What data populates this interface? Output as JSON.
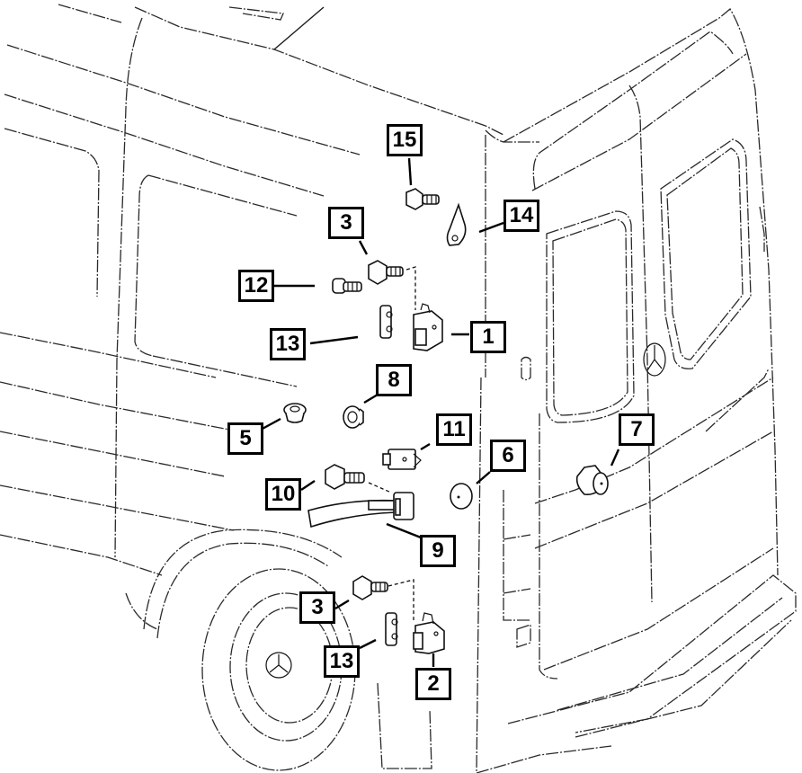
{
  "diagram": {
    "subject": "Van rear door area - door hinge / check strap parts exploded view",
    "callouts": [
      {
        "id": "c15",
        "label": "15",
        "part": "bolt (upper)"
      },
      {
        "id": "c14",
        "label": "14",
        "part": "bracket"
      },
      {
        "id": "c3a",
        "label": "3",
        "part": "hinge bolt (upper)"
      },
      {
        "id": "c12",
        "label": "12",
        "part": "screw"
      },
      {
        "id": "c13a",
        "label": "13",
        "part": "nut plate (upper)"
      },
      {
        "id": "c1",
        "label": "1",
        "part": "upper hinge"
      },
      {
        "id": "c8",
        "label": "8",
        "part": "grommet / plug"
      },
      {
        "id": "c5",
        "label": "5",
        "part": "plug"
      },
      {
        "id": "c11",
        "label": "11",
        "part": "check strap holder"
      },
      {
        "id": "c6",
        "label": "6",
        "part": "bump stop"
      },
      {
        "id": "c7",
        "label": "7",
        "part": "bump stop (door)"
      },
      {
        "id": "c10",
        "label": "10",
        "part": "bolt"
      },
      {
        "id": "c9",
        "label": "9",
        "part": "door check strap"
      },
      {
        "id": "c3b",
        "label": "3",
        "part": "hinge bolt (lower)"
      },
      {
        "id": "c13b",
        "label": "13",
        "part": "nut plate (lower)"
      },
      {
        "id": "c2",
        "label": "2",
        "part": "lower hinge"
      }
    ],
    "colors": {
      "line": "#1a1a1a",
      "background": "#ffffff",
      "callout_border": "#000000"
    }
  }
}
